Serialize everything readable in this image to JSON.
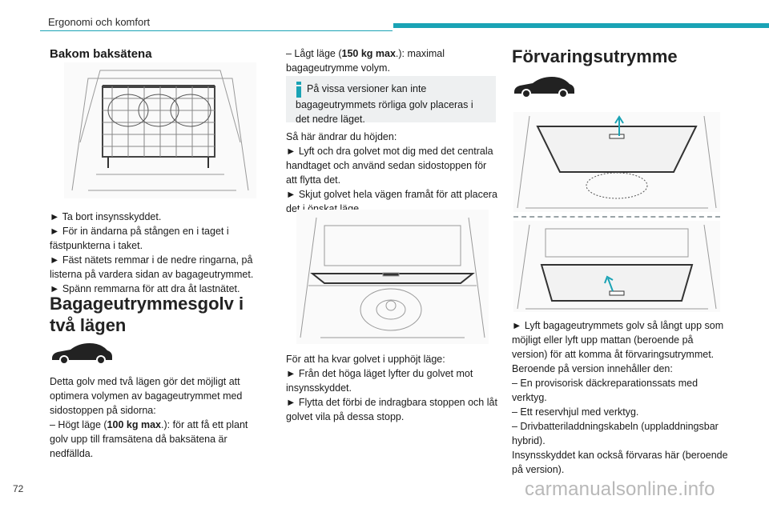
{
  "header": {
    "section_title": "Ergonomi och komfort",
    "accent_color": "#1aa3b5"
  },
  "page_number": "72",
  "watermark": "carmanualsonline.info",
  "col1": {
    "heading": "Bakom baksätena",
    "steps": [
      "► Ta bort insynsskyddet.",
      "► För in ändarna på stången en i taget i fästpunkterna i taket.",
      "► Fäst nätets remmar i de nedre ringarna, på listerna på vardera sidan av bagageutrymmet.",
      "► Spänn remmarna för att dra åt lastnätet."
    ],
    "section2_heading": "Bagageutrymmesgolv i två lägen",
    "section2_body": [
      "Detta golv med två lägen gör det möjligt att optimera volymen av bagageutrymmet med sidostoppen på sidorna:",
      "– Högt läge (",
      "100 kg max",
      ".): för att få ett plant golv upp till framsätena då baksätena är nedfällda."
    ]
  },
  "col2": {
    "low_position": [
      "– Lågt läge (",
      "150 kg max",
      ".): maximal bagageutrymme volym."
    ],
    "note": "På vissa versioner kan inte bagageutrymmets rörliga golv placeras i det nedre läget.",
    "how_to": [
      "Så här ändrar du höjden:",
      "► Lyft och dra golvet mot dig med det centrala handtaget och använd sedan sidostoppen för att flytta det.",
      "► Skjut golvet hela vägen framåt för att placera det i önskat läge."
    ],
    "keep_raised": [
      "För att ha kvar golvet i upphöjt läge:",
      "► Från det höga läget lyfter du golvet mot insynsskyddet.",
      "► Flytta det förbi de indragbara stoppen och låt golvet vila på dessa stopp."
    ]
  },
  "col3": {
    "heading": "Förvaringsutrymme",
    "body": [
      "► Lyft bagageutrymmets golv så långt upp som möjligt eller lyft upp mattan (beroende på version) för att komma åt förvaringsutrymmet.",
      "Beroende på version innehåller den:",
      "– En provisorisk däckreparationssats med verktyg.",
      "– Ett reservhjul med verktyg.",
      "– Drivbatteriladdningskabeln (uppladdningsbar hybrid).",
      "Insynsskyddet kan också förvaras här (beroende på version)."
    ]
  },
  "icons": [
    "car-silhouette-icon",
    "info-icon"
  ]
}
